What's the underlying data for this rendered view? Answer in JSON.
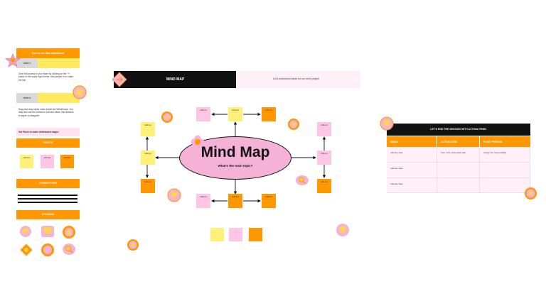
{
  "left_panel": {
    "header": "How to use this whiteboard",
    "steps": [
      {
        "label": "STEP 1",
        "text": "Give edit access to your team by clicking on the \"+\" button in the upper right corner. Add people in or share the link."
      },
      {
        "label": "STEP 2",
        "text": "Drag and drop sticky notes inside the Whiteboard. You may also use the arrows to connect ideas. Add stickers to agree or disagree!"
      }
    ],
    "help_text": "Get Pinch to make whiteboard magic!",
    "sections": {
      "create": "CREATE",
      "connectors": "CONNECTORS",
      "stickers": "STICKERS"
    },
    "create_notes": [
      "Add text",
      "Add text",
      "Add text"
    ]
  },
  "header_bar": {
    "title": "MIND MAP",
    "subtitle": "Let's brainstorm ideas for our next project!"
  },
  "mindmap": {
    "title": "Mind Map",
    "subtitle": "What's the main topic?",
    "note_text": "Add text"
  },
  "action_table": {
    "title": "LET'S END THE SESSION WITH ACTION ITEMS.",
    "headers": [
      "IDEAS",
      "ACTION ITEM",
      "POINT PERSON"
    ],
    "rows": [
      [
        "Add key idea",
        "Turn it into actionable task",
        "Assign the responsibility"
      ],
      [
        "Add key idea",
        "",
        ""
      ],
      [
        "Add key idea",
        "",
        ""
      ]
    ]
  },
  "colors": {
    "orange": "#ff9800",
    "pink": "#ffc5e4",
    "yellow": "#fff07a",
    "black": "#111111",
    "accent_pink": "#f0a8d8"
  }
}
